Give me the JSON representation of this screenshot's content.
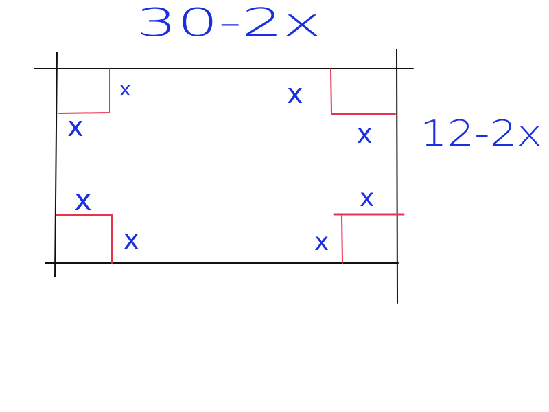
{
  "colors": {
    "frame": "#111111",
    "corner_cut": "#e8334f",
    "handwriting": "#1a2fe0",
    "background": "#ffffff"
  },
  "labels": {
    "top_dimension": "30-2x",
    "right_dimension": "12-2x",
    "cut_top_left_a": "x",
    "cut_top_left_b": "x",
    "cut_top_right_a": "x",
    "cut_top_right_b": "x",
    "cut_bottom_left_a": "x",
    "cut_bottom_left_b": "x",
    "cut_bottom_right_a": "x",
    "cut_bottom_right_b": "x"
  }
}
